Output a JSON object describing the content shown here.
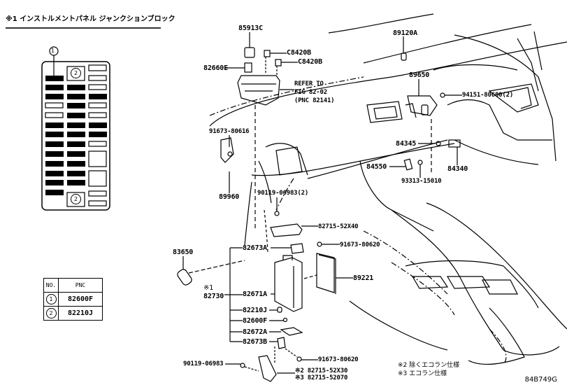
{
  "title": "※1 インストルメントパネル ジャンクションブロック",
  "fuse_box": {
    "callout_1": "1",
    "callout_2_top": "2",
    "callout_2_bottom": "2"
  },
  "pnc_table": {
    "headers": [
      "NO.",
      "PNC"
    ],
    "rows": [
      {
        "no": "1",
        "pnc": "82600F"
      },
      {
        "no": "2",
        "pnc": "82210J"
      }
    ]
  },
  "labels": {
    "p85913C": "85913C",
    "pC8420B_a": "C8420B",
    "pC8420B_b": "C8420B",
    "p82660E": "82660E",
    "refer_1": "REFER TO",
    "refer_2": "FIG 82-02",
    "refer_3": "(PNC 82141)",
    "p89120A": "89120A",
    "p89650": "89650",
    "p94151": "94151-80600(2)",
    "p84345": "84345",
    "p84550": "84550",
    "p84340": "84340",
    "p93313": "93313-15010",
    "p91673_80616": "91673-80616",
    "p89960": "89960",
    "p90119_2": "90119-06983(2)",
    "p82715_52X40": "82715-52X40",
    "p82673A": "82673A",
    "p91673_80620_a": "91673-80620",
    "p83650": "83650",
    "p89221": "89221",
    "mark1": "※1",
    "p82730": "82730",
    "p82671A": "82671A",
    "p82210J": "82210J",
    "p82600F": "82600F",
    "p82672A": "82672A",
    "p82673B": "82673B",
    "p91673_80620_b": "91673-80620",
    "p90119": "90119-06983",
    "p82715_52X30": "※2 82715-52X30",
    "p82715_52070": "※3 82715-52070"
  },
  "notes": {
    "note2": "※2 除くエコラン仕様",
    "note3": "※3 エコラン仕様"
  },
  "figure_code": "84B749G"
}
